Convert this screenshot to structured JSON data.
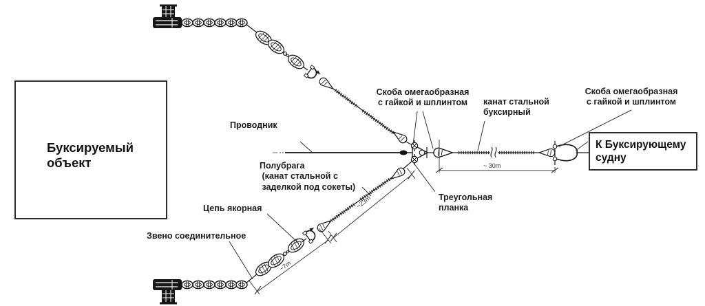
{
  "diagram": {
    "boxes": {
      "towed_object": {
        "label": "Буксируемый\nобъект"
      },
      "towing_vessel": {
        "label": "К Буксирующему\nсудну"
      }
    },
    "labels": {
      "conductor": "Проводник",
      "bridle": "Полубрага\n (канат стальной с\n заделкой под сокеты)",
      "anchor_chain": "Цепь якорная",
      "connecting_link": "Звено соединительное",
      "shackle_left": "Скоба омегаобразная\nс гайкой и шплинтом",
      "tow_rope": "канат стальной\nбуксирный",
      "shackle_right": "Скоба омегаобразная\nс гайкой и шплинтом",
      "triangular_plate": "Треугольная\nпланка"
    },
    "dimensions": {
      "tow_rope_length": "~ 30m",
      "bridle_length": "~23m",
      "chain_length": "~7m"
    },
    "colors": {
      "line": "#1a1a1a",
      "label_text": "#1c1c1c",
      "background": "#ffffff"
    }
  }
}
